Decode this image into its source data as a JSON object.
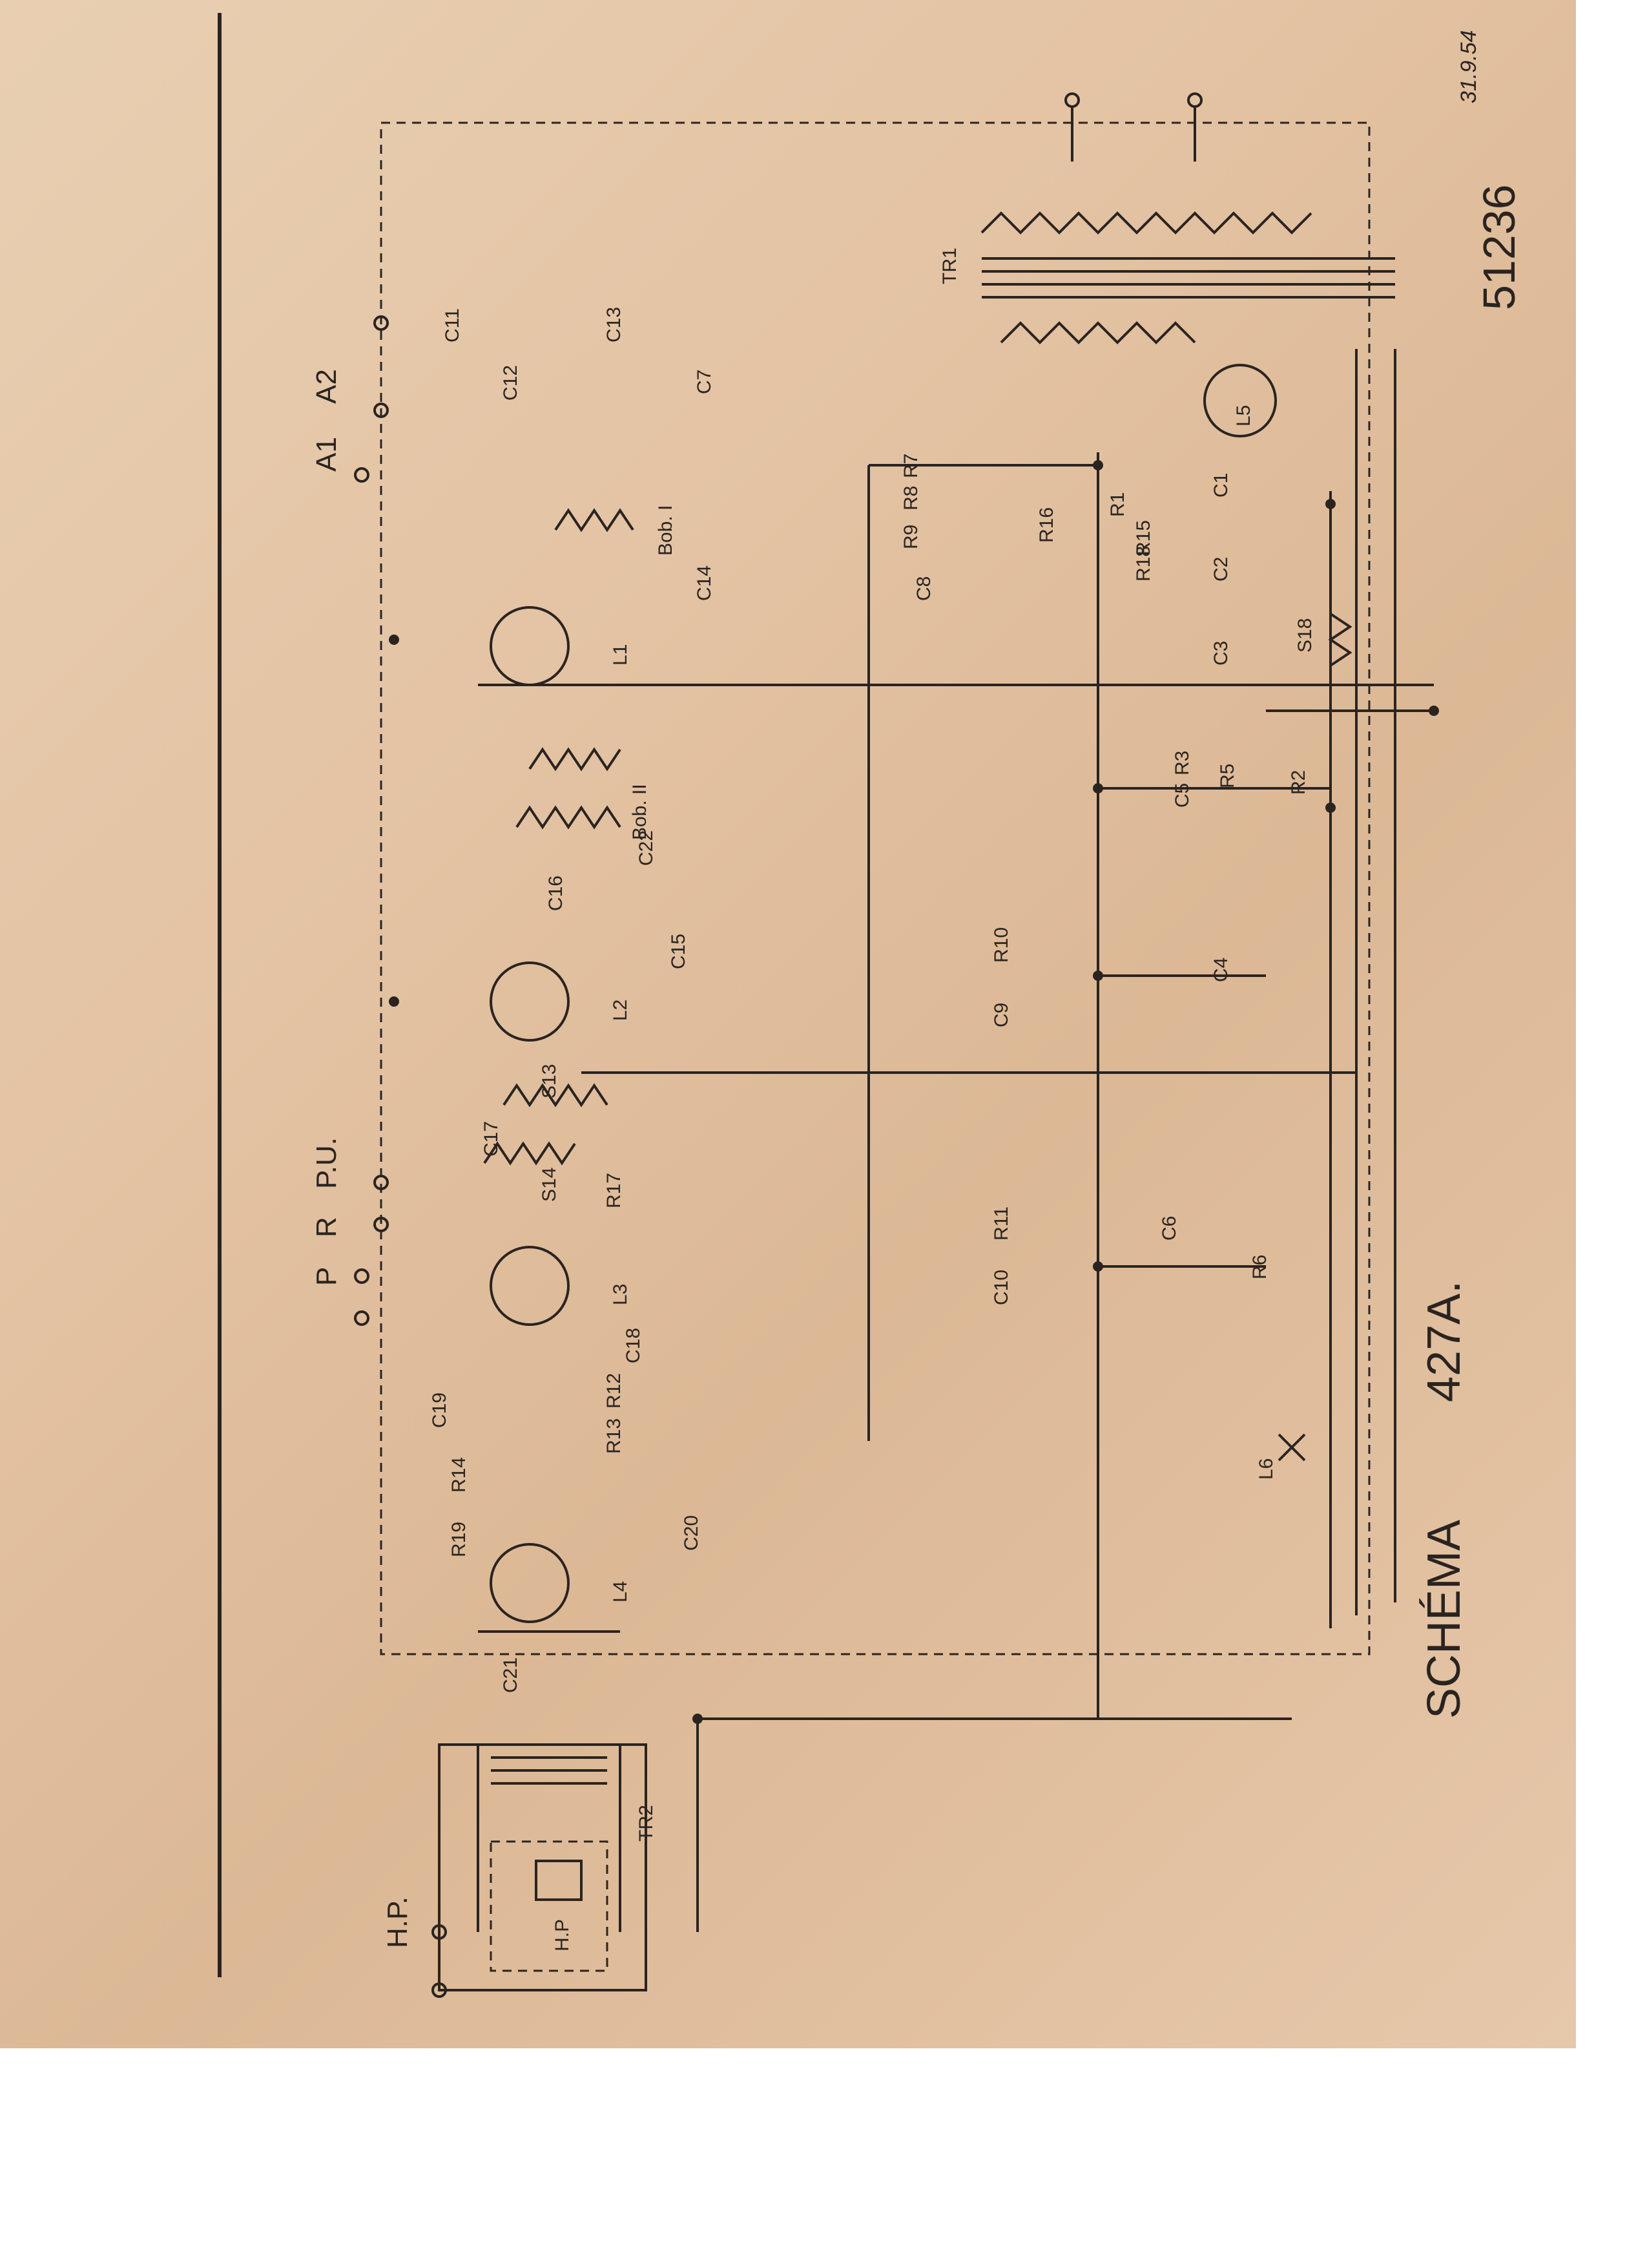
{
  "schematic": {
    "title": "SCHÉMA",
    "model": "427A.",
    "serial": "51236",
    "handwritten_date": "31.9.54",
    "terminals": {
      "antenna_1": "A1",
      "antenna_2": "A2",
      "pickup": "P.U.",
      "p": "P",
      "r": "R",
      "speaker": "H.P."
    },
    "tubes": [
      "L1",
      "L2",
      "L3",
      "L4",
      "L5",
      "L6"
    ],
    "transformers": [
      "TR1",
      "TR2"
    ],
    "coils": [
      "Bob. I",
      "Bob. II",
      "S13",
      "S14",
      "S18"
    ],
    "speaker_label": "H.P",
    "resistors": [
      "R1",
      "R2",
      "R3",
      "R5",
      "R6",
      "R7",
      "R8",
      "R9",
      "R10",
      "R11",
      "R12",
      "R13",
      "R14",
      "R15",
      "R16",
      "R17",
      "R18",
      "R19"
    ],
    "capacitors": [
      "C1",
      "C2",
      "C3",
      "C4",
      "C5",
      "C6",
      "C7",
      "C8",
      "C9",
      "C10",
      "C11",
      "C12",
      "C13",
      "C14",
      "C15",
      "C16",
      "C17",
      "C18",
      "C19",
      "C20",
      "C21",
      "C22"
    ]
  }
}
